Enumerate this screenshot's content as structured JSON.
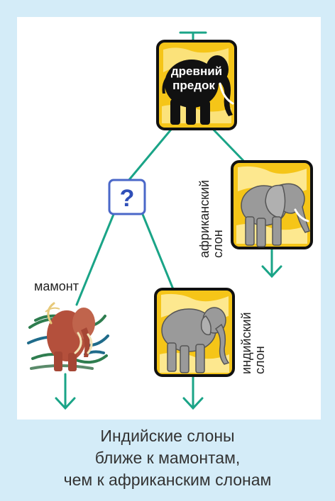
{
  "nodes": {
    "ancestor": {
      "label_line1": "древний",
      "label_line2": "предок"
    },
    "unknown": {
      "symbol": "?"
    },
    "african": {
      "label_line1": "африканский",
      "label_line2": "слон"
    },
    "indian": {
      "label_line1": "индийский",
      "label_line2": "слон"
    },
    "mammoth": {
      "label": "мамонт"
    }
  },
  "caption": {
    "line1": "Индийские слоны",
    "line2": "ближе к мамонтам,",
    "line3": "чем к африканским слонам"
  },
  "colors": {
    "branch": "#1aa487",
    "frame_background": "#d4ecf8",
    "card_yellow": "#f5c518",
    "card_border": "#111111",
    "question_border": "#4a67c8",
    "question_mark": "#2f4fb8",
    "elephant_gray": "#9a9a9a",
    "mammoth_red": "#b4503c"
  }
}
